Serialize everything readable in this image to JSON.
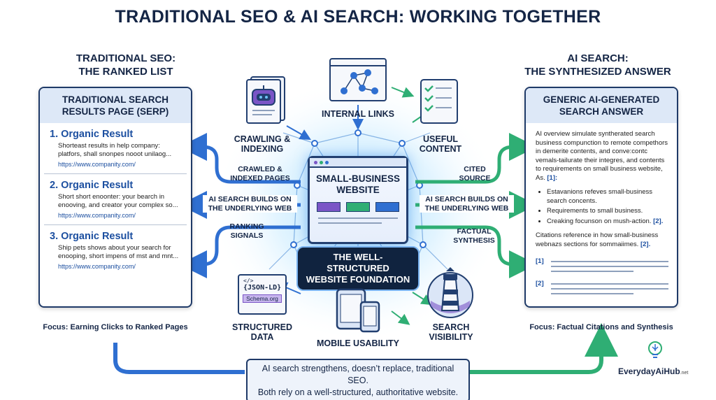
{
  "title": "TRADITIONAL SEO & AI SEARCH: WORKING TOGETHER",
  "left": {
    "heading_line1": "TRADITIONAL SEO:",
    "heading_line2": "THE RANKED LIST",
    "panel_title_line1": "TRADITIONAL SEARCH",
    "panel_title_line2": "RESULTS PAGE (SERP)",
    "results": [
      {
        "title": "1. Organic Result",
        "snippet": "Shorteast results in help company: platfors, shall snonpes nooot unilaog...",
        "url": "https://www.companity.com/"
      },
      {
        "title": "2. Organic Result",
        "snippet": "Short short enoonter: your bearch in enooving, and creator your complex so...",
        "url": "https://www.companity.com/"
      },
      {
        "title": "3. Organic Result",
        "snippet": "Ship pets shows about your search for enooping, short impens of mst and mnt...",
        "url": "https://www.companity.com/"
      }
    ],
    "focus": "Focus: Earning Clicks to Ranked Pages"
  },
  "right": {
    "heading_line1": "AI SEARCH:",
    "heading_line2": "THE SYNTHESIZED ANSWER",
    "panel_title_line1": "GENERIC AI-GENERATED",
    "panel_title_line2": "SEARCH ANSWER",
    "paragraph": "AI overview simulate syntherated search business compunction to remote compethors in demerite contents, and conve:contc vemals-tailurate their integres, and contents to requirements on small business website, As.",
    "paragraph_cite": "[1]:",
    "bullets": [
      {
        "text": "Estavanions refeves small-business search concents.",
        "cite": ""
      },
      {
        "text": "Requirements to small business.",
        "cite": ""
      },
      {
        "text": "Creaking focunson on mush-action.",
        "cite": "[2]."
      }
    ],
    "closing": "Citations reference in how small-business webnazs sections for sommaiimes.",
    "closing_cite": "[2].",
    "cite_1": "[1]",
    "cite_2": "[2]",
    "focus": "Focus: Factual Citations and Synthesis"
  },
  "center": {
    "site_line1": "SMALL-BUSINESS",
    "site_line2": "WEBSITE",
    "foundation_line1": "THE WELL-STRUCTURED",
    "foundation_line2": "WEBSITE FOUNDATION",
    "json_ld": "{JSON-LD}",
    "schema": "Schema.org"
  },
  "nodes": {
    "crawling_line1": "CRAWLING &",
    "crawling_line2": "INDEXING",
    "internal_links": "INTERNAL LINKS",
    "useful_line1": "USEFUL",
    "useful_line2": "CONTENT",
    "structured_line1": "STRUCTURED",
    "structured_line2": "DATA",
    "mobile": "MOBILE USABILITY",
    "search_line1": "SEARCH",
    "search_line2": "VISIBILITY"
  },
  "arrows": {
    "crawled_line1": "CRAWLED &",
    "crawled_line2": "INDEXED PAGES",
    "builds_left_line1": "AI SEARCH BUILDS ON",
    "builds_left_line2": "THE UNDERLYING WEB",
    "ranking_line1": "RANKING",
    "ranking_line2": "SIGNALS",
    "cited_line1": "CITED",
    "cited_line2": "SOURCE",
    "builds_right_line1": "AI SEARCH BUILDS ON",
    "builds_right_line2": "THE UNDERLYING WEB",
    "factual_line1": "FACTUAL",
    "factual_line2": "SYNTHESIS"
  },
  "bottom": {
    "line1": "AI search strengthens, doesn’t replace, traditional SEO.",
    "line2": "Both rely on a well-structured, authoritative website."
  },
  "logo": {
    "name": "EverydayAiHub",
    "suffix": ".net"
  },
  "colors": {
    "navy": "#1f3a68",
    "blue_arrow": "#2f6fd1",
    "green_arrow": "#2fae74",
    "glow": "#6ec3f5"
  }
}
